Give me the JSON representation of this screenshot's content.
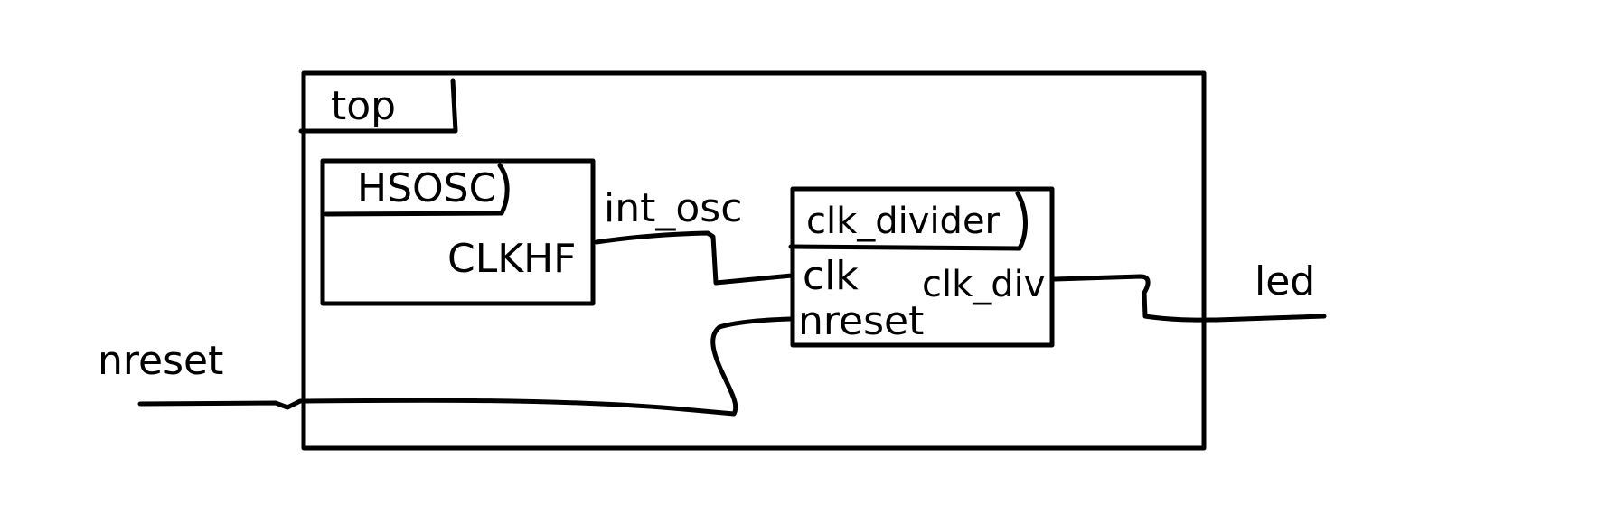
{
  "diagram": {
    "top_module": {
      "label": "top"
    },
    "hsosc": {
      "label": "HSOSC",
      "port_clkhf": "CLKHF"
    },
    "clk_divider": {
      "label": "clk_divider",
      "port_clk": "clk",
      "port_nreset": "nreset",
      "port_clk_div": "clk_div"
    },
    "signals": {
      "int_osc": "int_osc",
      "nreset": "nreset",
      "led": "led"
    }
  }
}
